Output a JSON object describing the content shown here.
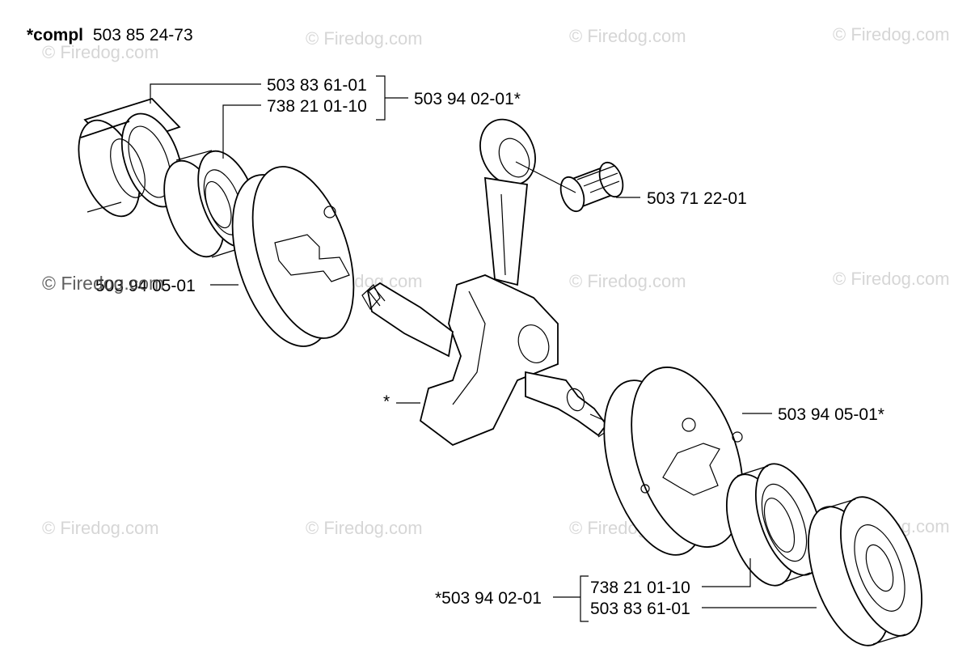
{
  "assembly": {
    "compl_prefix": "*compl",
    "compl_number": "503 85 24-73"
  },
  "labels": {
    "seal_top": "503 83 61-01",
    "bearing_top": "738 21 01-10",
    "kit_top": "503 94 02-01*",
    "needle_bearing": "503 71 22-01",
    "crank_half_left": "503 94 05-01",
    "crank_half_right": "503 94 05-01*",
    "crankshaft_star": "*",
    "kit_bottom": "*503 94 02-01",
    "bearing_bottom": "738 21 01-10",
    "seal_bottom": "503 83 61-01"
  },
  "watermark": {
    "text": "© Firedog.com"
  }
}
